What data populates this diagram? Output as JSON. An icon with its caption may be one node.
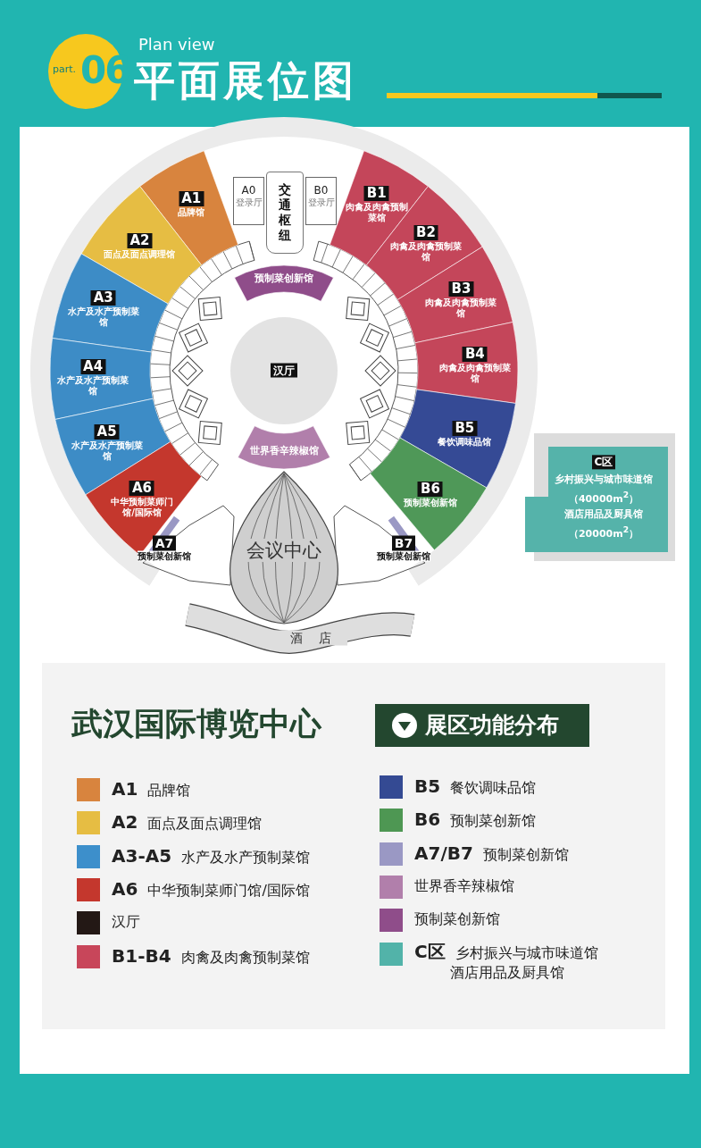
{
  "diagram": {
    "title": "平面展位图",
    "nodes": [
      {
        "text": [
          "A1",
          "品牌馆"
        ]
      },
      {
        "text": [
          "A0",
          "登录厅"
        ]
      },
      {
        "text": [
          "交通枢纽"
        ]
      },
      {
        "text": [
          "B0",
          "登录厅"
        ]
      },
      {
        "text": [
          "B1",
          "肉禽及肉禽预制菜馆"
        ]
      },
      {
        "text": [
          "A2",
          "面点及面点调理馆"
        ]
      },
      {
        "text": [
          "B2",
          "肉禽及肉禽预制菜馆"
        ]
      },
      {
        "text": [
          "预制菜创新馆"
        ]
      },
      {
        "text": [
          "A3",
          "水产及水产预制菜馆"
        ]
      },
      {
        "text": [
          "B3",
          "肉禽及肉禽预制菜馆"
        ]
      },
      {
        "text": [
          "汉厅"
        ]
      },
      {
        "text": [
          "A4",
          "水产及水产预制菜馆"
        ]
      },
      {
        "text": [
          "B4",
          "肉禽及肉禽预制菜馆"
        ]
      },
      {
        "text": [
          "A5",
          "水产及水产预制菜馆"
        ]
      },
      {
        "text": [
          "B5",
          "餐饮调味品馆"
        ]
      },
      {
        "text": [
          "世界香辛辣椒馆"
        ]
      },
      {
        "text": [
          "C区",
          "乡村振兴与城市味道馆",
          "（40000m$^{2}$）",
          "酒店用品及厨具馆",
          "（20000m$^{2}$）"
        ]
      },
      {
        "text": [
          "A6",
          "中华预制菜师门馆/国际馆"
        ]
      },
      {
        "text": [
          "B6",
          "预制菜创新馆"
        ]
      },
      {
        "text": [
          "A7",
          "预制菜创新馆"
        ]
      },
      {
        "text": [
          "B7",
          "预制菜创新馆"
        ]
      },
      {
        "text": [
          "会议中心"
        ]
      },
      {
        "text": [
          "酒店"
        ]
      }
    ],
    "labels": [
      "part.",
      "06",
      "Plan view",
      "武汉国际博览中心",
      "展区功能分布"
    ],
    "legend": [
      {
        "text": "**A1** 品牌馆",
        "color": "#d8843e"
      },
      {
        "text": "**A2** 面点及面点调理馆",
        "color": "#e6bd43"
      },
      {
        "text": "**A3-A5** 水产及水产预制菜馆",
        "color": "#3d8fcb"
      },
      {
        "text": "**A6** 中华预制菜师门馆/国际馆",
        "color": "#c4372d"
      },
      {
        "text": "汉厅",
        "color": "#231815"
      },
      {
        "text": "**B1-B4** 肉禽及肉禽预制菜馆",
        "color": "#c8465a"
      },
      {
        "text": "**B5** 餐饮调味品馆",
        "color": "#344a93"
      },
      {
        "text": "**B6** 预制菜创新馆",
        "color": "#4e9753"
      },
      {
        "text": "**A7/B7** 预制菜创新馆",
        "color": "#9a98c4"
      },
      {
        "text": "世界香辛辣椒馆",
        "color": "#b17fab"
      },
      {
        "text": "预制菜创新馆",
        "color": "#8f4d8a"
      },
      {
        "text": "**C区** 乡村振兴与城市味道馆酒店用品及厨具馆",
        "color": "#52b3a9"
      }
    ]
  }
}
